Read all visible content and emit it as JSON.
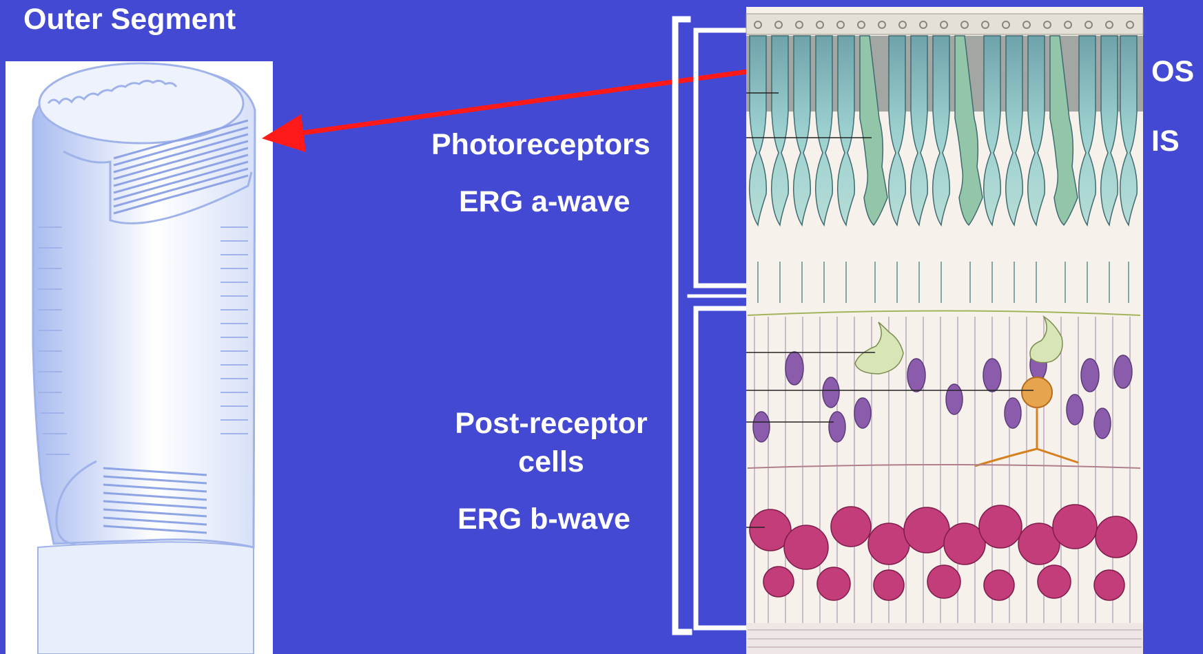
{
  "title": "Outer Segment",
  "labels": {
    "photoreceptors": "Photoreceptors",
    "erg_a": "ERG a-wave",
    "post_receptor_line1": "Post-receptor",
    "post_receptor_line2": "cells",
    "erg_b": "ERG b-wave",
    "os": "OS",
    "is": "IS"
  },
  "colors": {
    "background": "#4449d4",
    "arrow": "#ff1a1a",
    "bracket": "#ffffff",
    "outer_segment": "#c9d6f5",
    "photoreceptor_cells": "#8fc3c7",
    "bipolar_cells": "#8a5cab",
    "ganglion_cells": "#c23d7a"
  },
  "icons": {
    "arrow": "red-arrow-icon",
    "bracket": "bracket-icon"
  }
}
